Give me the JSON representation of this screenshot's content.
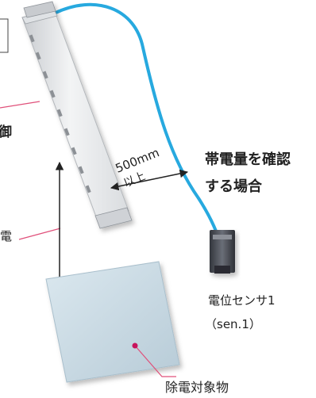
{
  "labels": {
    "clip_top_left": "御",
    "clip_mid_left": "電",
    "distance_value": "500mm",
    "distance_qualifier": "以上",
    "check_line1": "帯電量を確認",
    "check_line2": "する場合",
    "sensor_name": "電位センサ1",
    "sensor_id": "（sen.1）",
    "target_object": "除電対象物"
  },
  "colors": {
    "cable": "#27a9df",
    "leader_line": "#e0507a",
    "target_dot": "#c8145c",
    "target_plate": "#c9dbe6",
    "bar_body": "#e8eaec",
    "sensor_body": "#4a4d55"
  },
  "icons": {
    "ionizer_bar": "ionizer-bar-illustration",
    "sensor": "potential-sensor-illustration",
    "target": "target-object-plate"
  }
}
